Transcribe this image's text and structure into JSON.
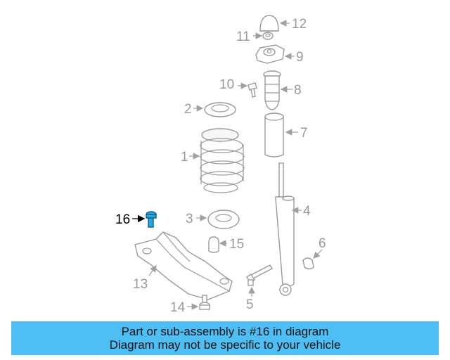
{
  "diagram": {
    "highlighted_part": "16",
    "highlight_color": "#29a8e0",
    "callouts": {
      "c1": "1",
      "c2": "2",
      "c3": "3",
      "c4": "4",
      "c5": "5",
      "c6": "6",
      "c7": "7",
      "c8": "8",
      "c9": "9",
      "c10": "10",
      "c11": "11",
      "c12": "12",
      "c13": "13",
      "c14": "14",
      "c15": "15",
      "c16": "16"
    }
  },
  "banner": {
    "line1": "Part or sub-assembly is #16 in diagram",
    "line2": "Diagram may not be specific to your vehicle",
    "background": "#4dbff5"
  }
}
